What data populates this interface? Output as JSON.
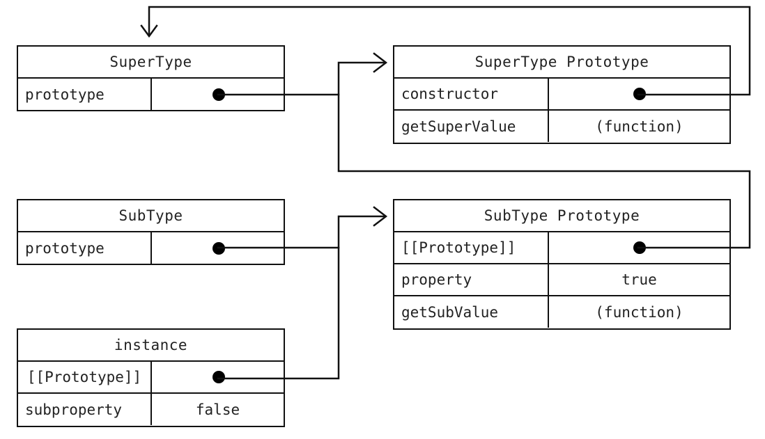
{
  "boxes": {
    "supertype": {
      "title": "SuperType",
      "rows": [
        {
          "key": "prototype",
          "value": ""
        }
      ]
    },
    "supertype_prototype": {
      "title": "SuperType Prototype",
      "rows": [
        {
          "key": "constructor",
          "value": ""
        },
        {
          "key": "getSuperValue",
          "value": "(function)"
        }
      ]
    },
    "subtype": {
      "title": "SubType",
      "rows": [
        {
          "key": "prototype",
          "value": ""
        }
      ]
    },
    "subtype_prototype": {
      "title": "SubType Prototype",
      "rows": [
        {
          "key": "[[Prototype]]",
          "value": ""
        },
        {
          "key": "property",
          "value": "true"
        },
        {
          "key": "getSubValue",
          "value": "(function)"
        }
      ]
    },
    "instance": {
      "title": "instance",
      "rows": [
        {
          "key": "[[Prototype]]",
          "value": ""
        },
        {
          "key": "subproperty",
          "value": "false"
        }
      ]
    }
  },
  "connections": [
    {
      "from": "SuperType.prototype",
      "to": "SuperType Prototype"
    },
    {
      "from": "SuperType Prototype.constructor",
      "to": "SuperType"
    },
    {
      "from": "SubType.prototype",
      "to": "SubType Prototype"
    },
    {
      "from": "SubType Prototype.[[Prototype]]",
      "to": "SuperType Prototype"
    },
    {
      "from": "instance.[[Prototype]]",
      "to": "SubType Prototype"
    }
  ],
  "colors": {
    "line": "#111111",
    "text": "#222222",
    "background": "#ffffff"
  }
}
